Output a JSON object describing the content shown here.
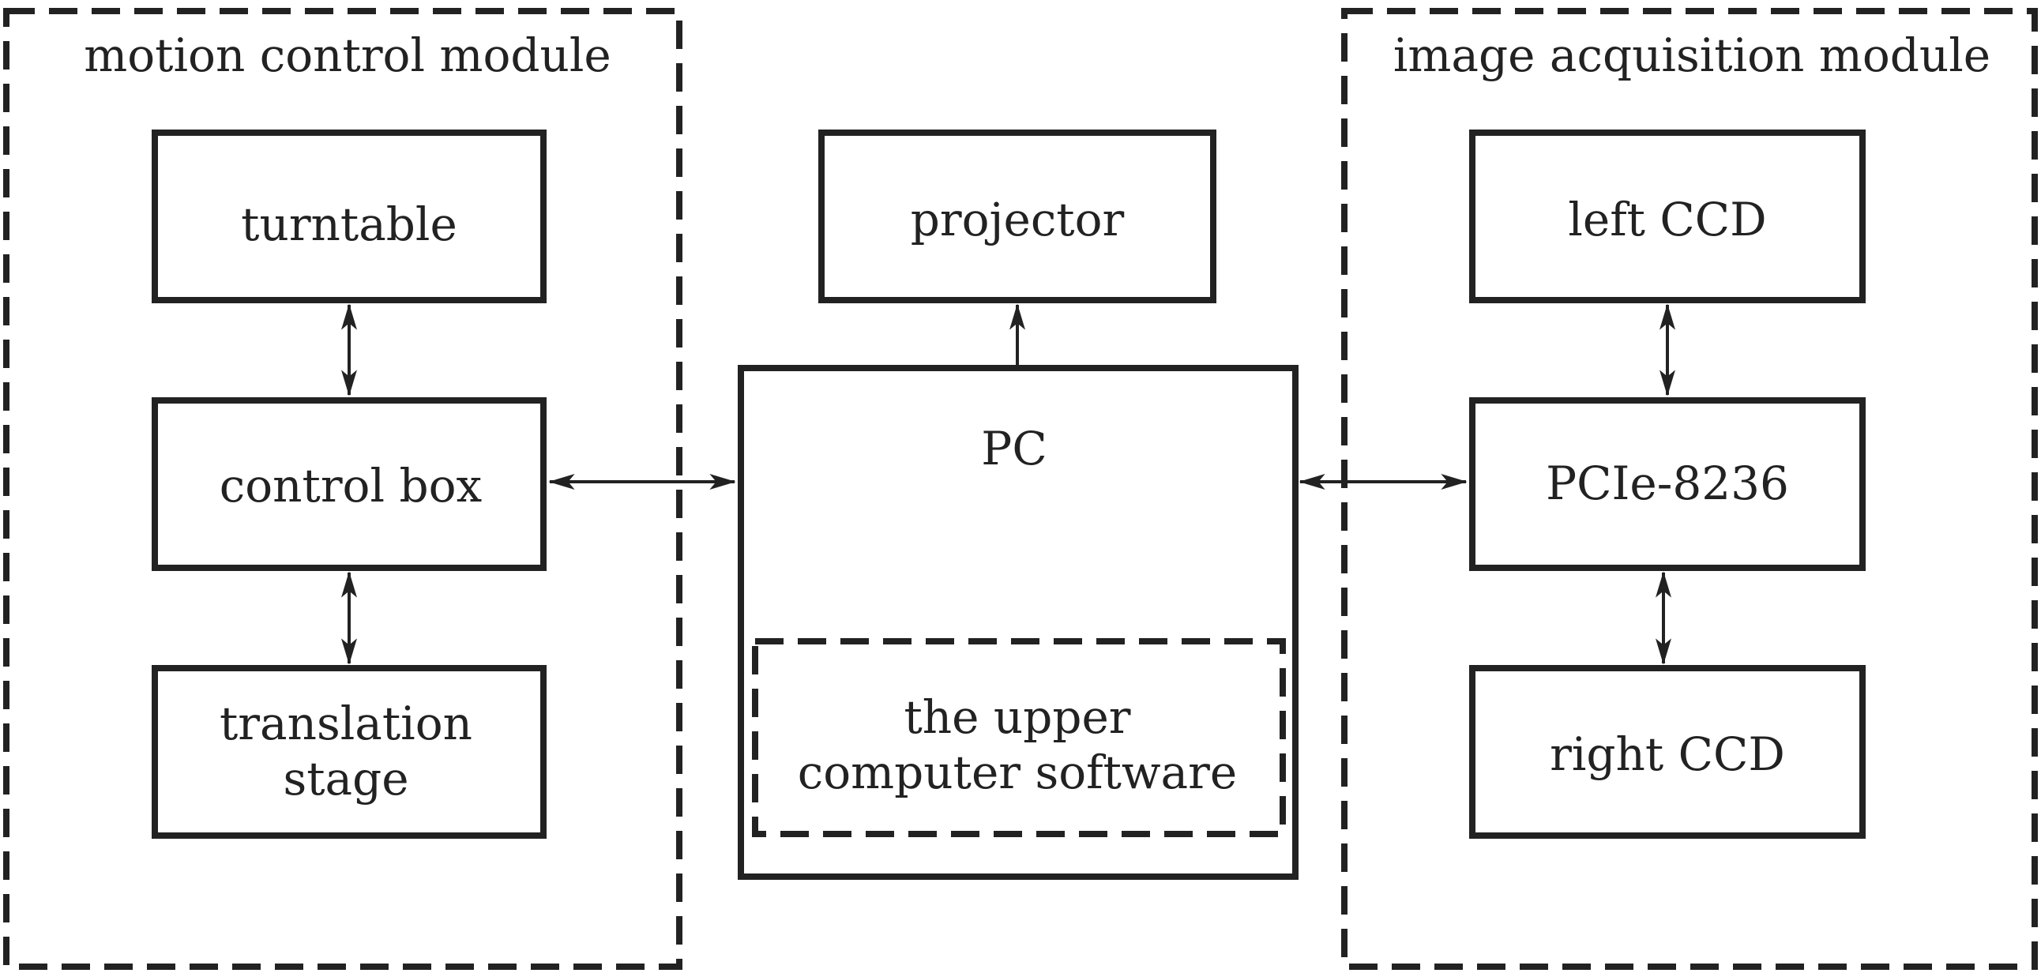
{
  "groups": {
    "motion": {
      "title": "motion control module"
    },
    "acquisition": {
      "title": "image acquisition module"
    },
    "software": {
      "line1": "the upper",
      "line2": "computer software"
    }
  },
  "boxes": {
    "turntable": "turntable",
    "control_box": "control box",
    "translation_stage": {
      "line1": "translation",
      "line2": "stage"
    },
    "projector": "projector",
    "pc": "PC",
    "left_ccd": "left CCD",
    "pcie": "PCIe-8236",
    "right_ccd": "right CCD"
  },
  "colors": {
    "stroke": "#222222",
    "background": "#ffffff"
  }
}
